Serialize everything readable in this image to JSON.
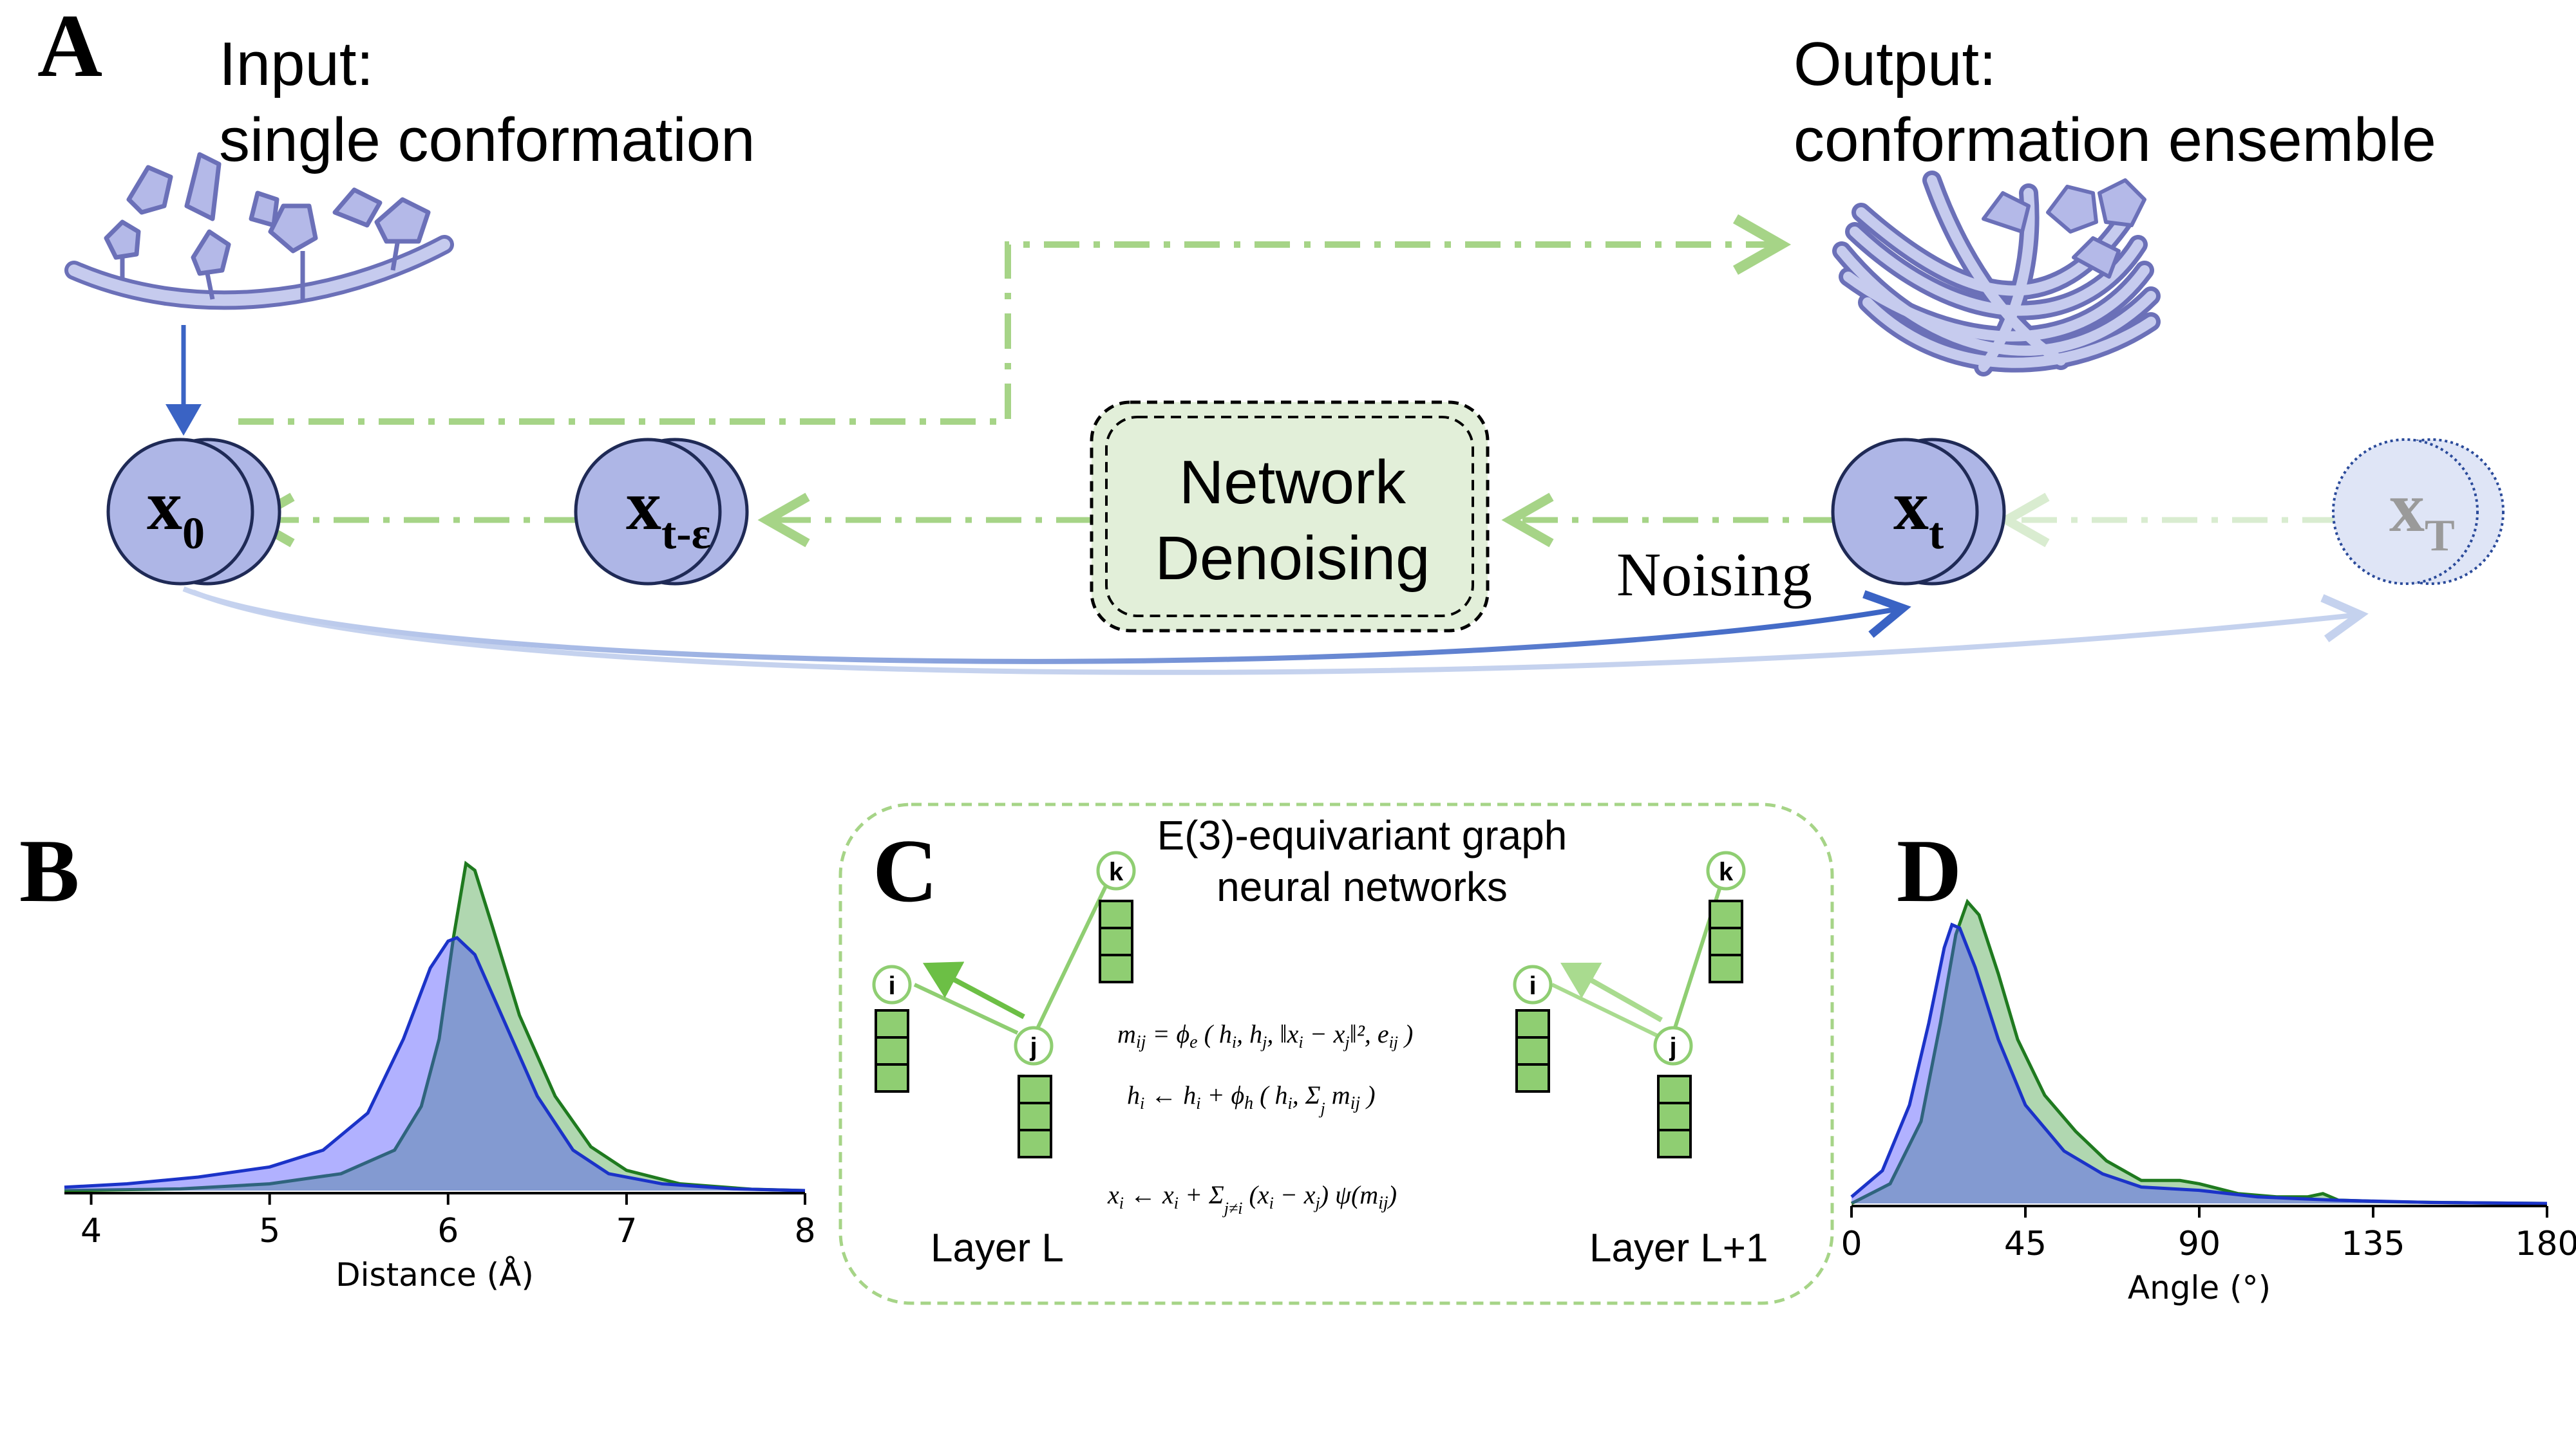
{
  "colors": {
    "node_fill": "#aeb6e6",
    "node_stroke": "#1f2a56",
    "green_dashed": "#a6d487",
    "green_fill": "#e2efd9",
    "green_dark": "#2e8b2e",
    "blue_series": "#4444ff",
    "blue_line": "#1b33c8",
    "green_series": "#3a9a3a",
    "arrow_blue": "#3a63c4",
    "faded_blue": "#c5d2ee",
    "molecule": "#a9aede",
    "molecule_dark": "#6b70b8",
    "cell_green": "#8fce72"
  },
  "panel_a": {
    "letter": "A",
    "input_title": "Input:",
    "input_subtitle": "single conformation",
    "output_title": "Output:",
    "output_subtitle": "conformation ensemble",
    "denoise_line1": "Network",
    "denoise_line2": "Denoising",
    "noising": "Noising",
    "nodes": [
      {
        "label": "x",
        "sub": "0",
        "faded": false
      },
      {
        "label": "x",
        "sub": "t-ε",
        "faded": false
      },
      {
        "label": "x",
        "sub": "t",
        "faded": false
      },
      {
        "label": "x",
        "sub": "T",
        "faded": true
      }
    ]
  },
  "panel_b": {
    "letter": "B"
  },
  "panel_c": {
    "letter": "C",
    "title_line1": "E(3)-equivariant graph",
    "title_line2": "neural networks",
    "layer_left": "Layer L",
    "layer_right": "Layer L+1",
    "node_labels": [
      "i",
      "j",
      "k"
    ]
  },
  "panel_d": {
    "letter": "D"
  },
  "chart_data": [
    {
      "type": "area",
      "title": "",
      "xlabel": "Distance (Å)",
      "ylabel": "",
      "xlim": [
        3.85,
        8.0
      ],
      "ylim": [
        0,
        1.05
      ],
      "x_ticks": [
        4,
        5,
        6,
        7,
        8
      ],
      "x_tick_labels": [
        "4",
        "5",
        "6",
        "7",
        "8"
      ],
      "grid": false,
      "legend": "none",
      "series": [
        {
          "color": "blue",
          "points": [
            [
              3.85,
              0.01
            ],
            [
              4.2,
              0.02
            ],
            [
              4.6,
              0.04
            ],
            [
              5.0,
              0.07
            ],
            [
              5.3,
              0.12
            ],
            [
              5.55,
              0.23
            ],
            [
              5.75,
              0.45
            ],
            [
              5.9,
              0.66
            ],
            [
              6.0,
              0.74
            ],
            [
              6.05,
              0.75
            ],
            [
              6.15,
              0.7
            ],
            [
              6.3,
              0.52
            ],
            [
              6.5,
              0.28
            ],
            [
              6.7,
              0.12
            ],
            [
              6.9,
              0.05
            ],
            [
              7.2,
              0.02
            ],
            [
              7.6,
              0.005
            ],
            [
              8.0,
              0.0
            ]
          ]
        },
        {
          "color": "green",
          "points": [
            [
              3.85,
              0.0
            ],
            [
              4.5,
              0.005
            ],
            [
              5.0,
              0.02
            ],
            [
              5.4,
              0.05
            ],
            [
              5.7,
              0.12
            ],
            [
              5.85,
              0.25
            ],
            [
              5.95,
              0.45
            ],
            [
              6.03,
              0.75
            ],
            [
              6.1,
              0.97
            ],
            [
              6.15,
              0.95
            ],
            [
              6.25,
              0.78
            ],
            [
              6.4,
              0.52
            ],
            [
              6.6,
              0.28
            ],
            [
              6.8,
              0.13
            ],
            [
              7.0,
              0.06
            ],
            [
              7.3,
              0.02
            ],
            [
              7.7,
              0.004
            ],
            [
              8.0,
              0.0
            ]
          ]
        }
      ]
    },
    {
      "type": "area",
      "title": "",
      "xlabel": "Angle (°)",
      "ylabel": "",
      "xlim": [
        0,
        180
      ],
      "ylim": [
        0,
        1.05
      ],
      "x_ticks": [
        0,
        45,
        90,
        135,
        180
      ],
      "x_tick_labels": [
        "0",
        "45",
        "90",
        "135",
        "180"
      ],
      "grid": false,
      "legend": "none",
      "series": [
        {
          "color": "blue",
          "points": [
            [
              0,
              0.02
            ],
            [
              8,
              0.1
            ],
            [
              15,
              0.3
            ],
            [
              20,
              0.55
            ],
            [
              24,
              0.78
            ],
            [
              26,
              0.85
            ],
            [
              28,
              0.84
            ],
            [
              32,
              0.72
            ],
            [
              38,
              0.5
            ],
            [
              45,
              0.3
            ],
            [
              55,
              0.16
            ],
            [
              65,
              0.09
            ],
            [
              75,
              0.05
            ],
            [
              90,
              0.04
            ],
            [
              105,
              0.02
            ],
            [
              125,
              0.01
            ],
            [
              150,
              0.003
            ],
            [
              180,
              0.0
            ]
          ]
        },
        {
          "color": "green",
          "points": [
            [
              0,
              0.0
            ],
            [
              10,
              0.06
            ],
            [
              18,
              0.25
            ],
            [
              23,
              0.55
            ],
            [
              27,
              0.82
            ],
            [
              30,
              0.92
            ],
            [
              33,
              0.88
            ],
            [
              38,
              0.7
            ],
            [
              43,
              0.5
            ],
            [
              50,
              0.33
            ],
            [
              58,
              0.22
            ],
            [
              66,
              0.13
            ],
            [
              75,
              0.07
            ],
            [
              85,
              0.07
            ],
            [
              90,
              0.06
            ],
            [
              100,
              0.03
            ],
            [
              110,
              0.02
            ],
            [
              118,
              0.02
            ],
            [
              122,
              0.03
            ],
            [
              126,
              0.01
            ],
            [
              140,
              0.005
            ],
            [
              160,
              0.002
            ],
            [
              180,
              0.0
            ]
          ]
        }
      ]
    }
  ]
}
